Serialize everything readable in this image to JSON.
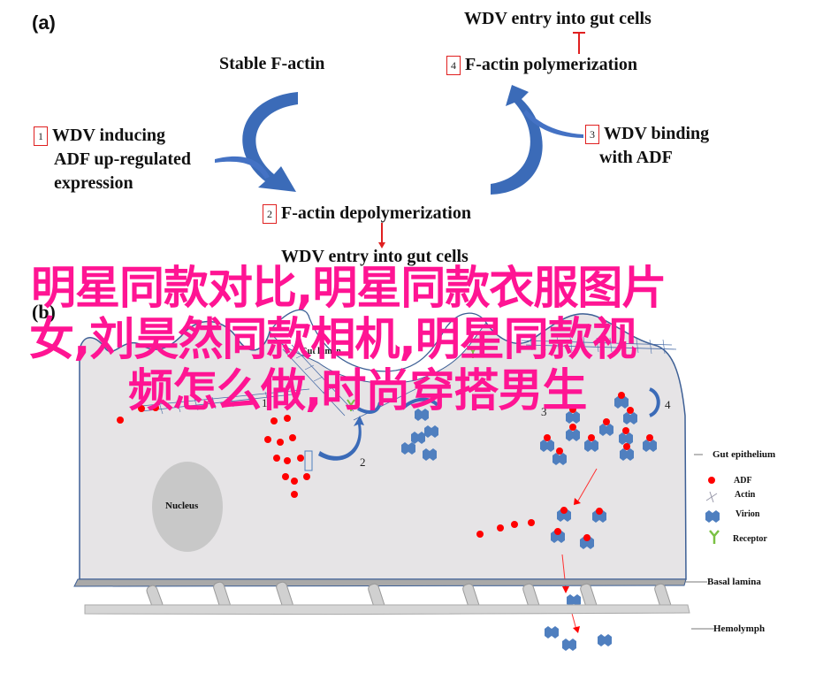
{
  "panel_a": {
    "label": "(a)",
    "stable_factin": "Stable F-actin",
    "step1": {
      "num": "1",
      "lines": [
        "WDV inducing",
        "ADF up-regulated",
        "expression"
      ]
    },
    "step2": {
      "num": "2",
      "text": "F-actin depolymerization"
    },
    "step3": {
      "num": "3",
      "lines": [
        "WDV binding",
        "with ADF"
      ]
    },
    "step4": {
      "num": "4",
      "text": "F-actin polymerization"
    },
    "entry_top": "WDV entry into gut cells",
    "entry_bottom": "WDV entry into gut cells",
    "colors": {
      "arrow_blue": "#3b6bb8",
      "box_red": "#e02020",
      "inhibit_red": "#e02020"
    }
  },
  "panel_b": {
    "label": "(b)",
    "gut_lumen": "Gut lumen",
    "nucleus": "Nucleus",
    "step_numbers": [
      "1",
      "2",
      "3",
      "4"
    ],
    "side_labels": {
      "gut_epithelium": "Gut epithelium",
      "basal_lamina": "Basal lamina",
      "hemolymph": "Hemolymph"
    },
    "legend": [
      {
        "icon": "adf-dot-icon",
        "label": "ADF"
      },
      {
        "icon": "actin-cross-icon",
        "label": "Actin"
      },
      {
        "icon": "virion-icon",
        "label": "Virion"
      },
      {
        "icon": "receptor-icon",
        "label": "Receptor"
      }
    ],
    "colors": {
      "cell_fill": "#e6e4e6",
      "cell_outline": "#3d5f95",
      "adf_red": "#ff0000",
      "virion_blue": "#4f7fbf",
      "receptor_green": "#7ac143",
      "nucleus_gray": "#c8c8c8",
      "lamina_gray": "#a9a9a9"
    }
  },
  "overlay": {
    "lines": [
      "明星同款对比,明星同款衣服图片",
      "女,刘昊然同款相机,明星同款视",
      "频怎么做,时尚穿搭男生"
    ],
    "color": "#ff1493"
  }
}
